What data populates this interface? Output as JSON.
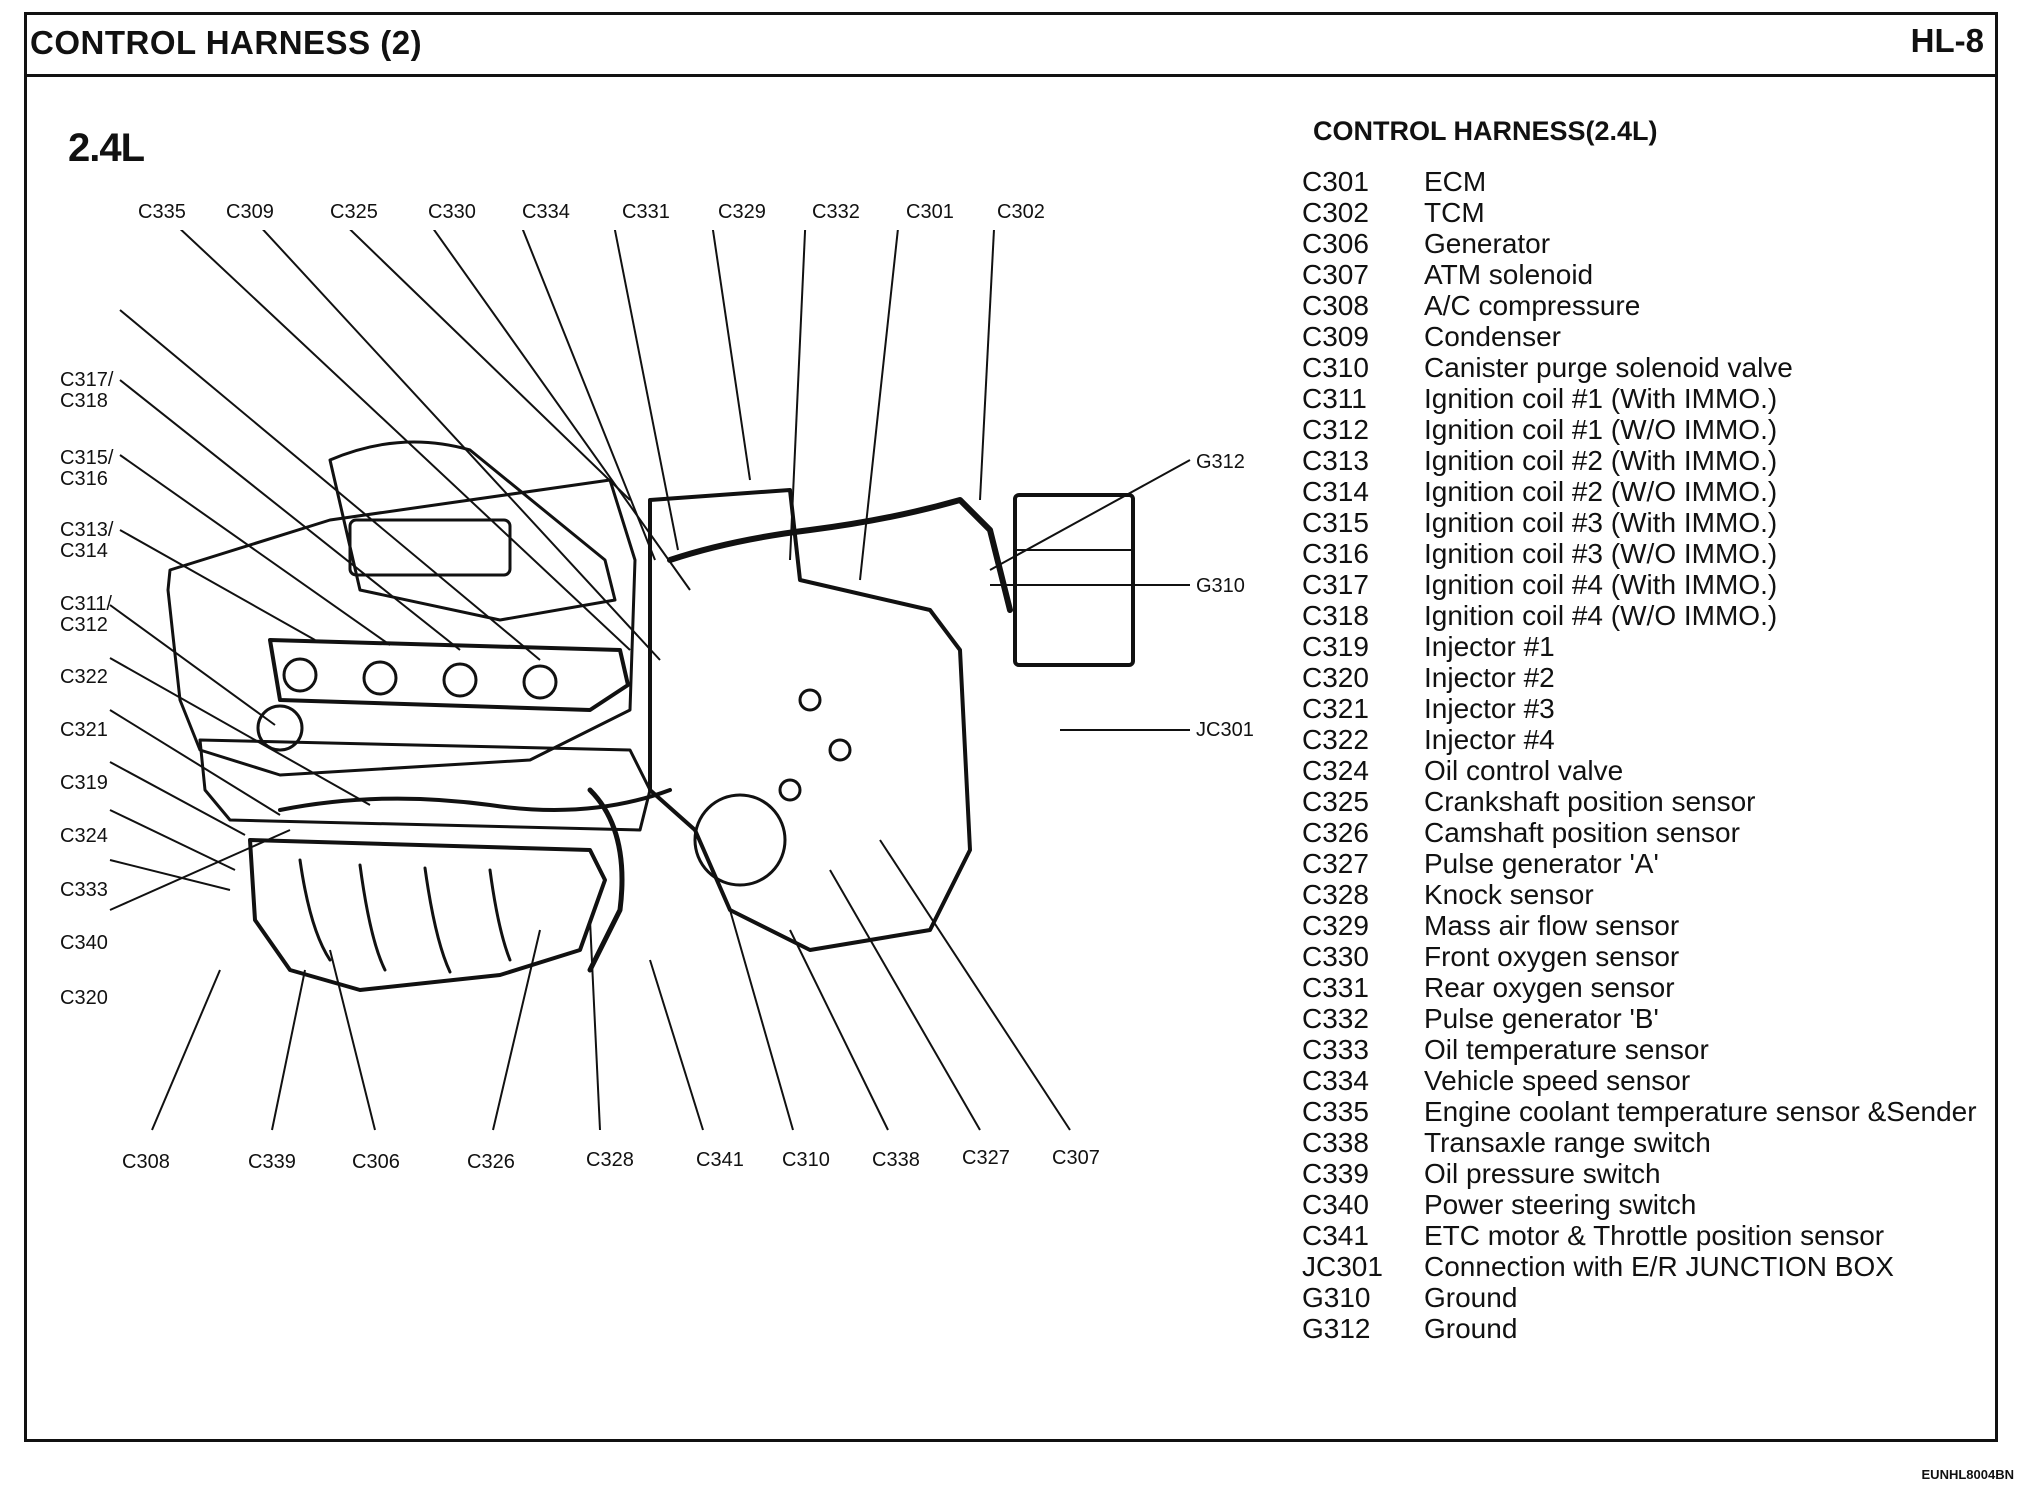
{
  "header": {
    "title": "CONTROL HARNESS (2)",
    "page_number": "HL-8"
  },
  "variant_label": "2.4L",
  "legend": {
    "title": "CONTROL HARNESS(2.4L)",
    "items": [
      {
        "code": "C301",
        "desc": "ECM"
      },
      {
        "code": "C302",
        "desc": "TCM"
      },
      {
        "code": "C306",
        "desc": "Generator"
      },
      {
        "code": "C307",
        "desc": "ATM solenoid"
      },
      {
        "code": "C308",
        "desc": "A/C compressure"
      },
      {
        "code": "C309",
        "desc": "Condenser"
      },
      {
        "code": "C310",
        "desc": "Canister purge solenoid valve"
      },
      {
        "code": "C311",
        "desc": "Ignition coil #1 (With IMMO.)"
      },
      {
        "code": "C312",
        "desc": "Ignition coil #1 (W/O IMMO.)"
      },
      {
        "code": "C313",
        "desc": "Ignition coil #2 (With IMMO.)"
      },
      {
        "code": "C314",
        "desc": "Ignition coil #2 (W/O IMMO.)"
      },
      {
        "code": "C315",
        "desc": "Ignition coil #3 (With IMMO.)"
      },
      {
        "code": "C316",
        "desc": "Ignition coil #3 (W/O IMMO.)"
      },
      {
        "code": "C317",
        "desc": "Ignition coil #4 (With IMMO.)"
      },
      {
        "code": "C318",
        "desc": "Ignition coil #4 (W/O IMMO.)"
      },
      {
        "code": "C319",
        "desc": "Injector #1"
      },
      {
        "code": "C320",
        "desc": "Injector #2"
      },
      {
        "code": "C321",
        "desc": "Injector #3"
      },
      {
        "code": "C322",
        "desc": "Injector #4"
      },
      {
        "code": "C324",
        "desc": "Oil control valve"
      },
      {
        "code": "C325",
        "desc": "Crankshaft position sensor"
      },
      {
        "code": "C326",
        "desc": "Camshaft position sensor"
      },
      {
        "code": "C327",
        "desc": "Pulse generator 'A'"
      },
      {
        "code": "C328",
        "desc": "Knock sensor"
      },
      {
        "code": "C329",
        "desc": "Mass air flow sensor"
      },
      {
        "code": "C330",
        "desc": "Front oxygen sensor"
      },
      {
        "code": "C331",
        "desc": "Rear oxygen sensor"
      },
      {
        "code": "C332",
        "desc": "Pulse generator 'B'"
      },
      {
        "code": "C333",
        "desc": "Oil temperature sensor"
      },
      {
        "code": "C334",
        "desc": "Vehicle speed sensor"
      },
      {
        "code": "C335",
        "desc": "Engine coolant temperature sensor &Sender"
      },
      {
        "code": "C338",
        "desc": "Transaxle range switch"
      },
      {
        "code": "C339",
        "desc": "Oil pressure switch"
      },
      {
        "code": "C340",
        "desc": "Power steering switch"
      },
      {
        "code": "C341",
        "desc": "ETC motor & Throttle position sensor"
      },
      {
        "code": "JC301",
        "desc": "Connection with E/R JUNCTION BOX"
      },
      {
        "code": "G310",
        "desc": "Ground"
      },
      {
        "code": "G312",
        "desc": "Ground"
      }
    ]
  },
  "callouts": {
    "top": [
      "C335",
      "C309",
      "C325",
      "C330",
      "C334",
      "C331",
      "C329",
      "C332",
      "C301",
      "C302"
    ],
    "left": [
      "C317/\nC318",
      "C315/\nC316",
      "C313/\nC314",
      "C311/\nC312",
      "C322",
      "C321",
      "C319",
      "C324",
      "C333",
      "C340",
      "C320"
    ],
    "bottom": [
      "C308",
      "C339",
      "C306",
      "C326",
      "C328",
      "C341",
      "C310",
      "C338",
      "C327",
      "C307"
    ],
    "right": [
      "G312",
      "G310",
      "JC301"
    ]
  },
  "figure_code": "EUNHL8004BN"
}
